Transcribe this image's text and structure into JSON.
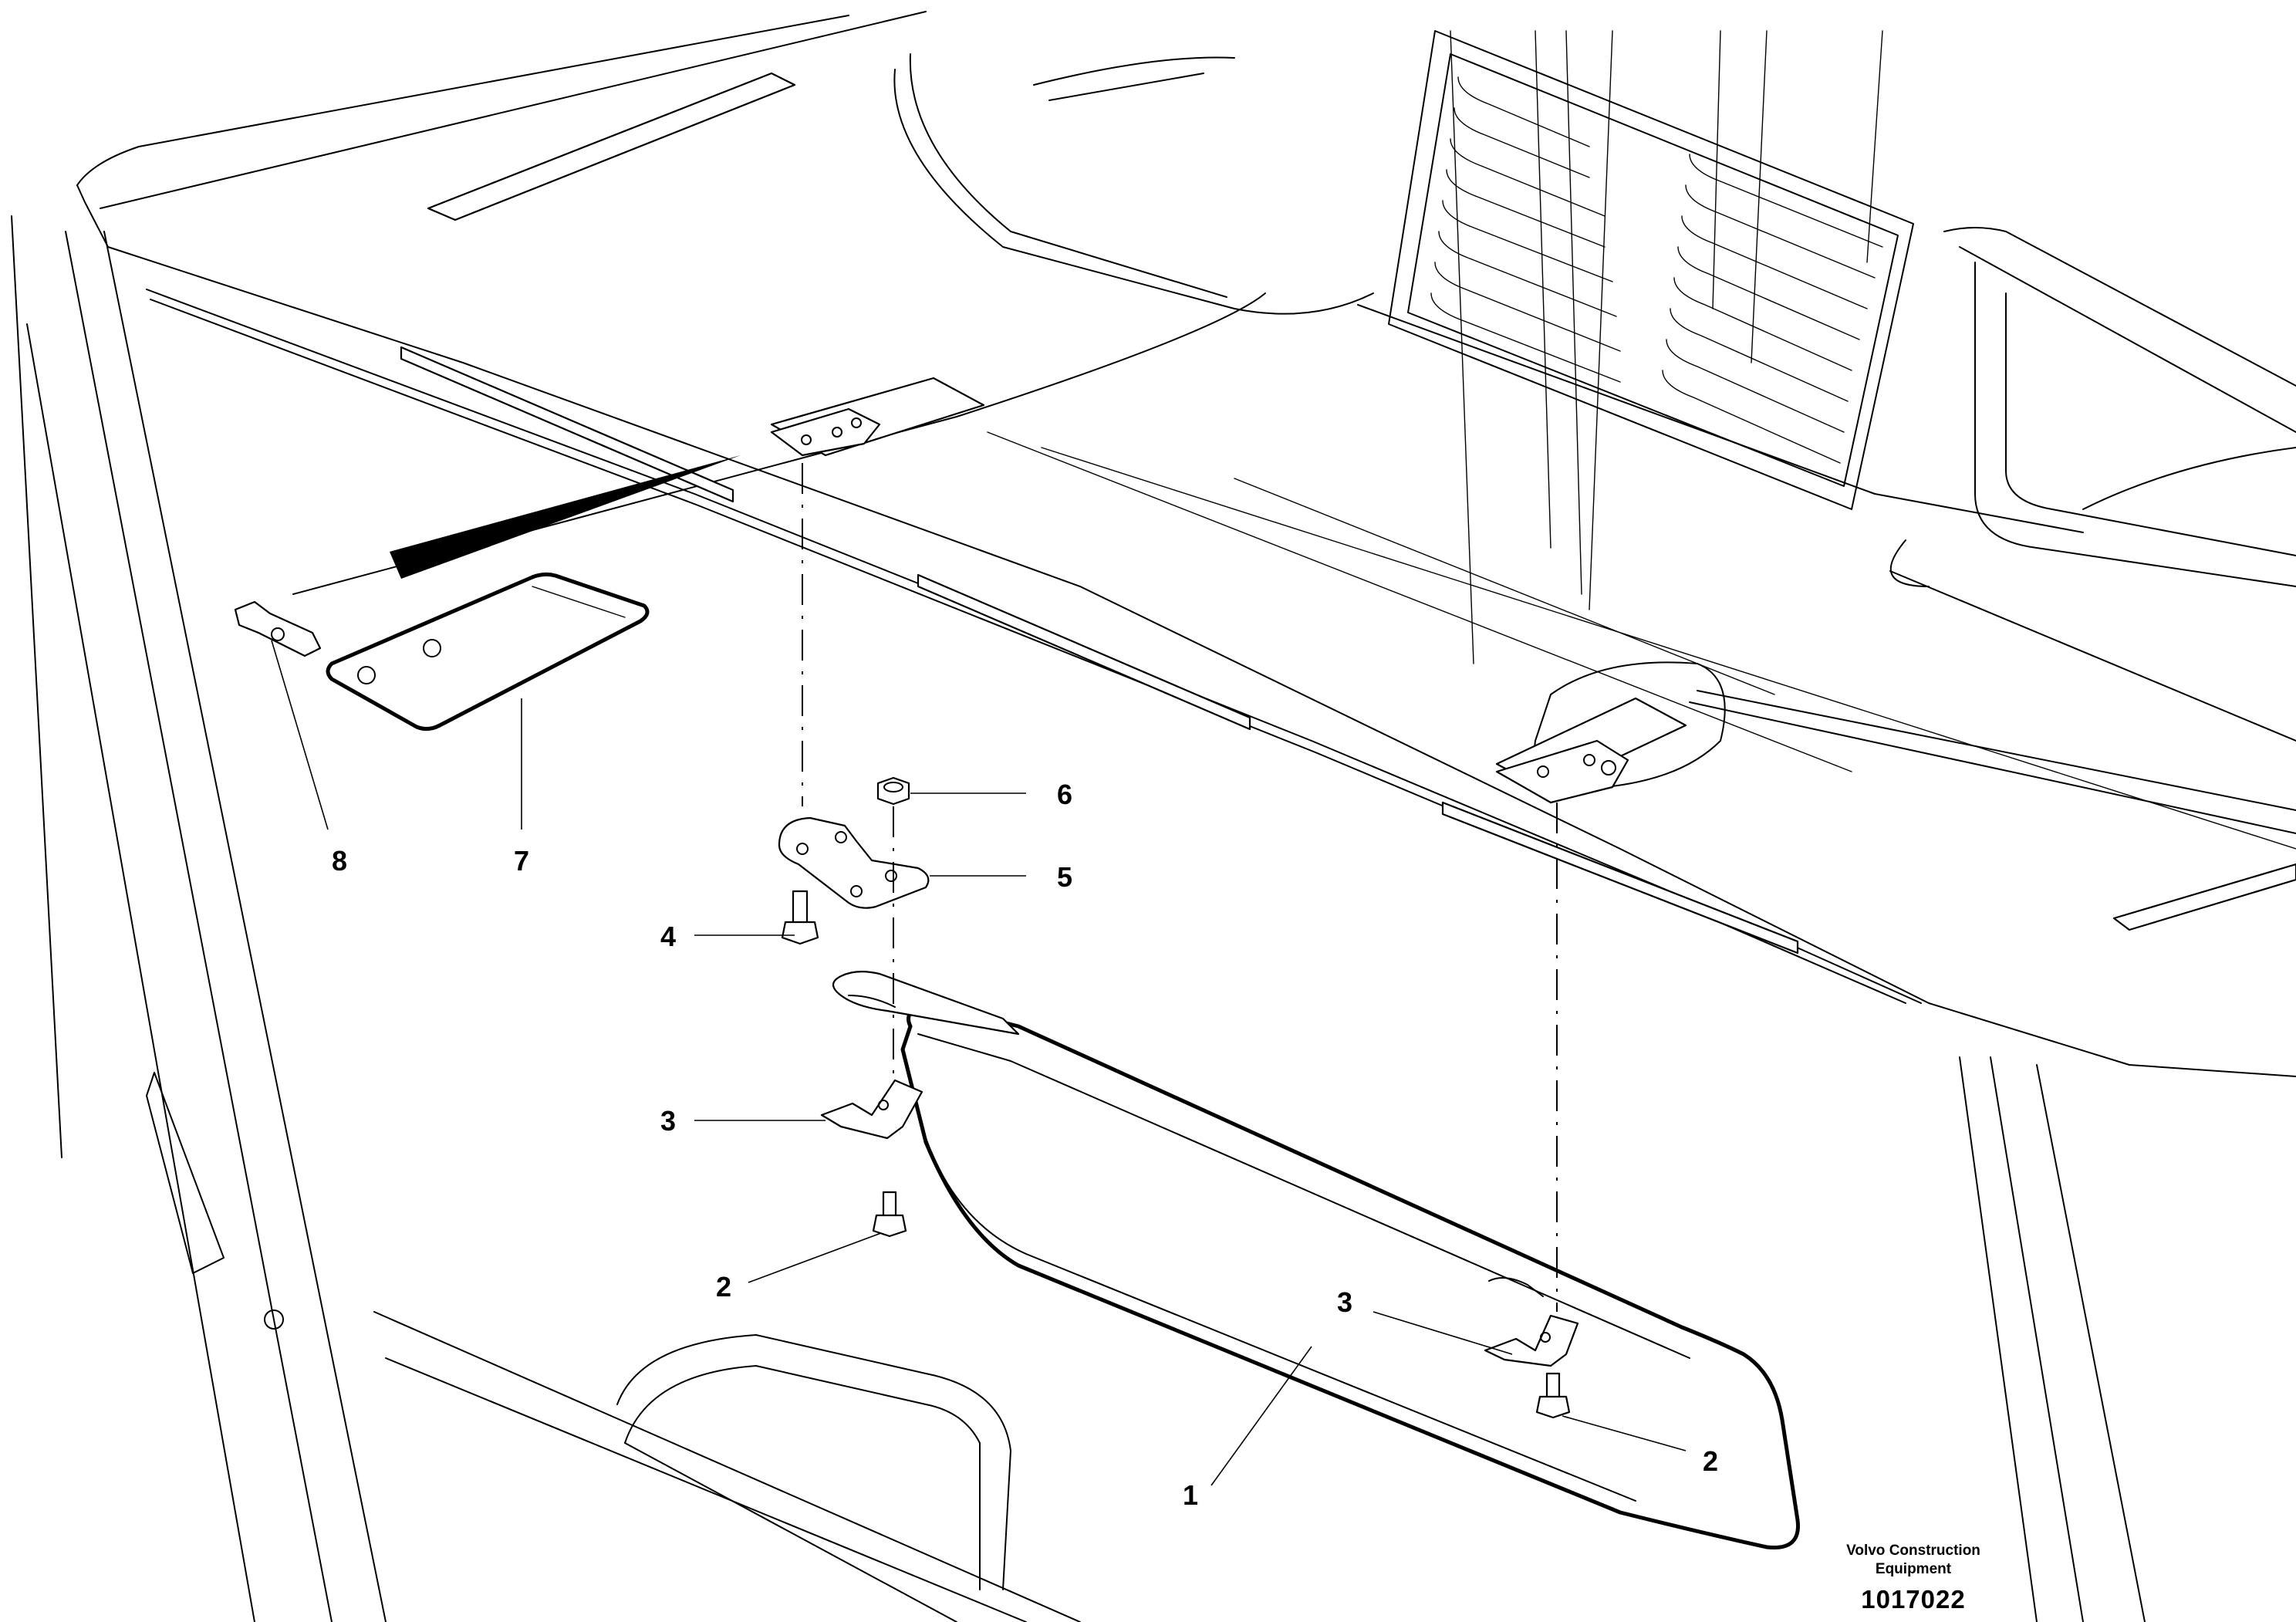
{
  "callouts": [
    {
      "id": "c1",
      "label": "1"
    },
    {
      "id": "c2a",
      "label": "2"
    },
    {
      "id": "c2b",
      "label": "2"
    },
    {
      "id": "c3a",
      "label": "3"
    },
    {
      "id": "c3b",
      "label": "3"
    },
    {
      "id": "c4",
      "label": "4"
    },
    {
      "id": "c5",
      "label": "5"
    },
    {
      "id": "c6",
      "label": "6"
    },
    {
      "id": "c7",
      "label": "7"
    },
    {
      "id": "c8",
      "label": "8"
    }
  ],
  "footer": {
    "brand_line1": "Volvo Construction",
    "brand_line2": "Equipment",
    "drawing_number": "1017022"
  }
}
